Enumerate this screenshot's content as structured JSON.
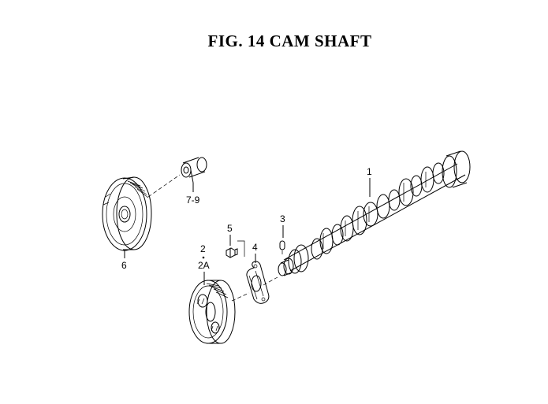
{
  "title": "FIG. 14  CAM SHAFT",
  "callouts": {
    "camshaft": "1",
    "gear_2": "2",
    "gear_2a": "2A",
    "key": "3",
    "thrust_plate": "4",
    "bolt": "5",
    "idler_gear": "6",
    "shaft_7_9": "7-9"
  }
}
